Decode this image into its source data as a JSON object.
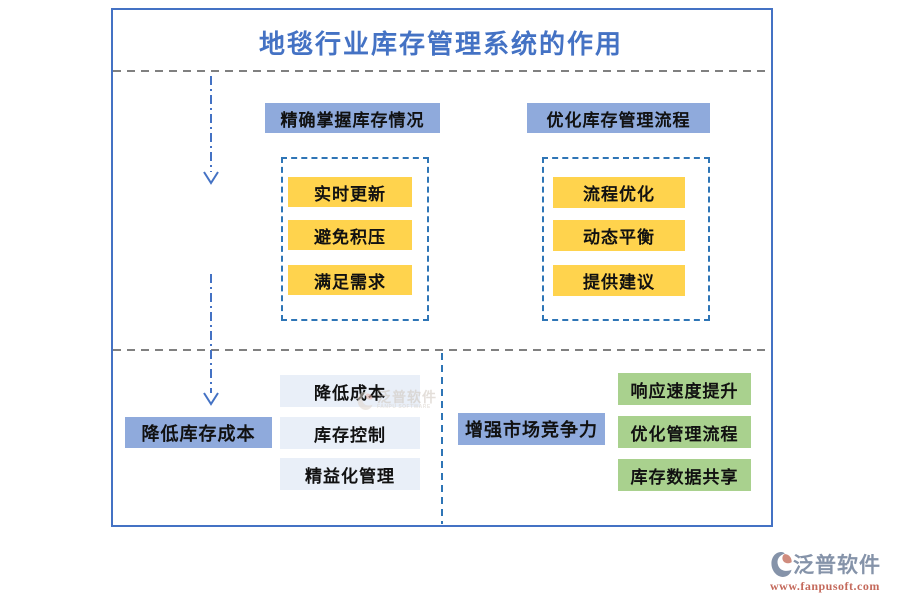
{
  "title": "地毯行业库存管理系统的作用",
  "colors": {
    "accent_blue": "#4472C4",
    "header_bg": "#8FAADC",
    "yellow_item": "#FFD34D",
    "green_item": "#A9D18E",
    "light_item": "#E9EFF8",
    "dashed_border": "#2E75B6",
    "divider_gray": "#808080",
    "brand_gray_blue": "#8593A9",
    "brand_url_red": "#C4695B"
  },
  "sections": {
    "top_left": {
      "header": "精确掌握库存情况",
      "items": [
        "实时更新",
        "避免积压",
        "满足需求"
      ]
    },
    "top_right": {
      "header": "优化库存管理流程",
      "items": [
        "流程优化",
        "动态平衡",
        "提供建议"
      ]
    },
    "bottom_left": {
      "header": "降低库存成本",
      "items": [
        "降低成本",
        "库存控制",
        "精益化管理"
      ]
    },
    "bottom_right": {
      "header": "增强市场竞争力",
      "items": [
        "响应速度提升",
        "优化管理流程",
        "库存数据共享"
      ]
    }
  },
  "watermark": {
    "name": "泛普软件",
    "subtitle": "FANPU SOFTWARE"
  },
  "brand": {
    "name": "泛普软件",
    "url": "www.fanpusoft.com"
  }
}
